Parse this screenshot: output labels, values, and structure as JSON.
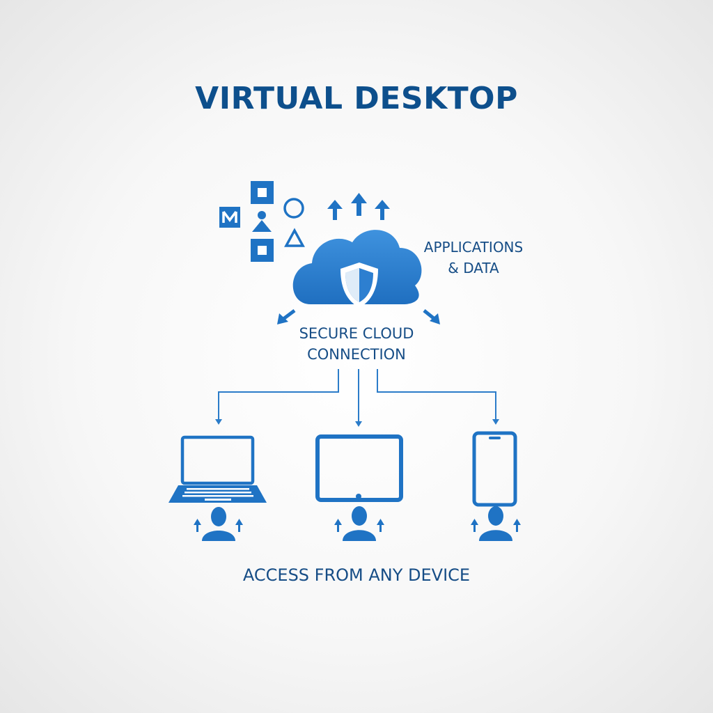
{
  "title": "VIRTUAL DESKTOP",
  "applications_label_line1": "APPLICATIONS",
  "applications_label_line2": "& DATA",
  "secure_label_line1": "SECURE CLOUD",
  "secure_label_line2": "CONNECTION",
  "footer": "ACCESS FROM ANY DEVICE",
  "colors": {
    "primary": "#1f73c4",
    "dark_text": "#0f4e8a",
    "cloud": "#2d7fd0"
  },
  "icons": [
    "app-tile-icon",
    "cloud-icon",
    "shield-icon",
    "laptop-icon",
    "monitor-icon",
    "smartphone-icon",
    "user-icon",
    "arrow-up-icon",
    "arrow-down-icon"
  ]
}
